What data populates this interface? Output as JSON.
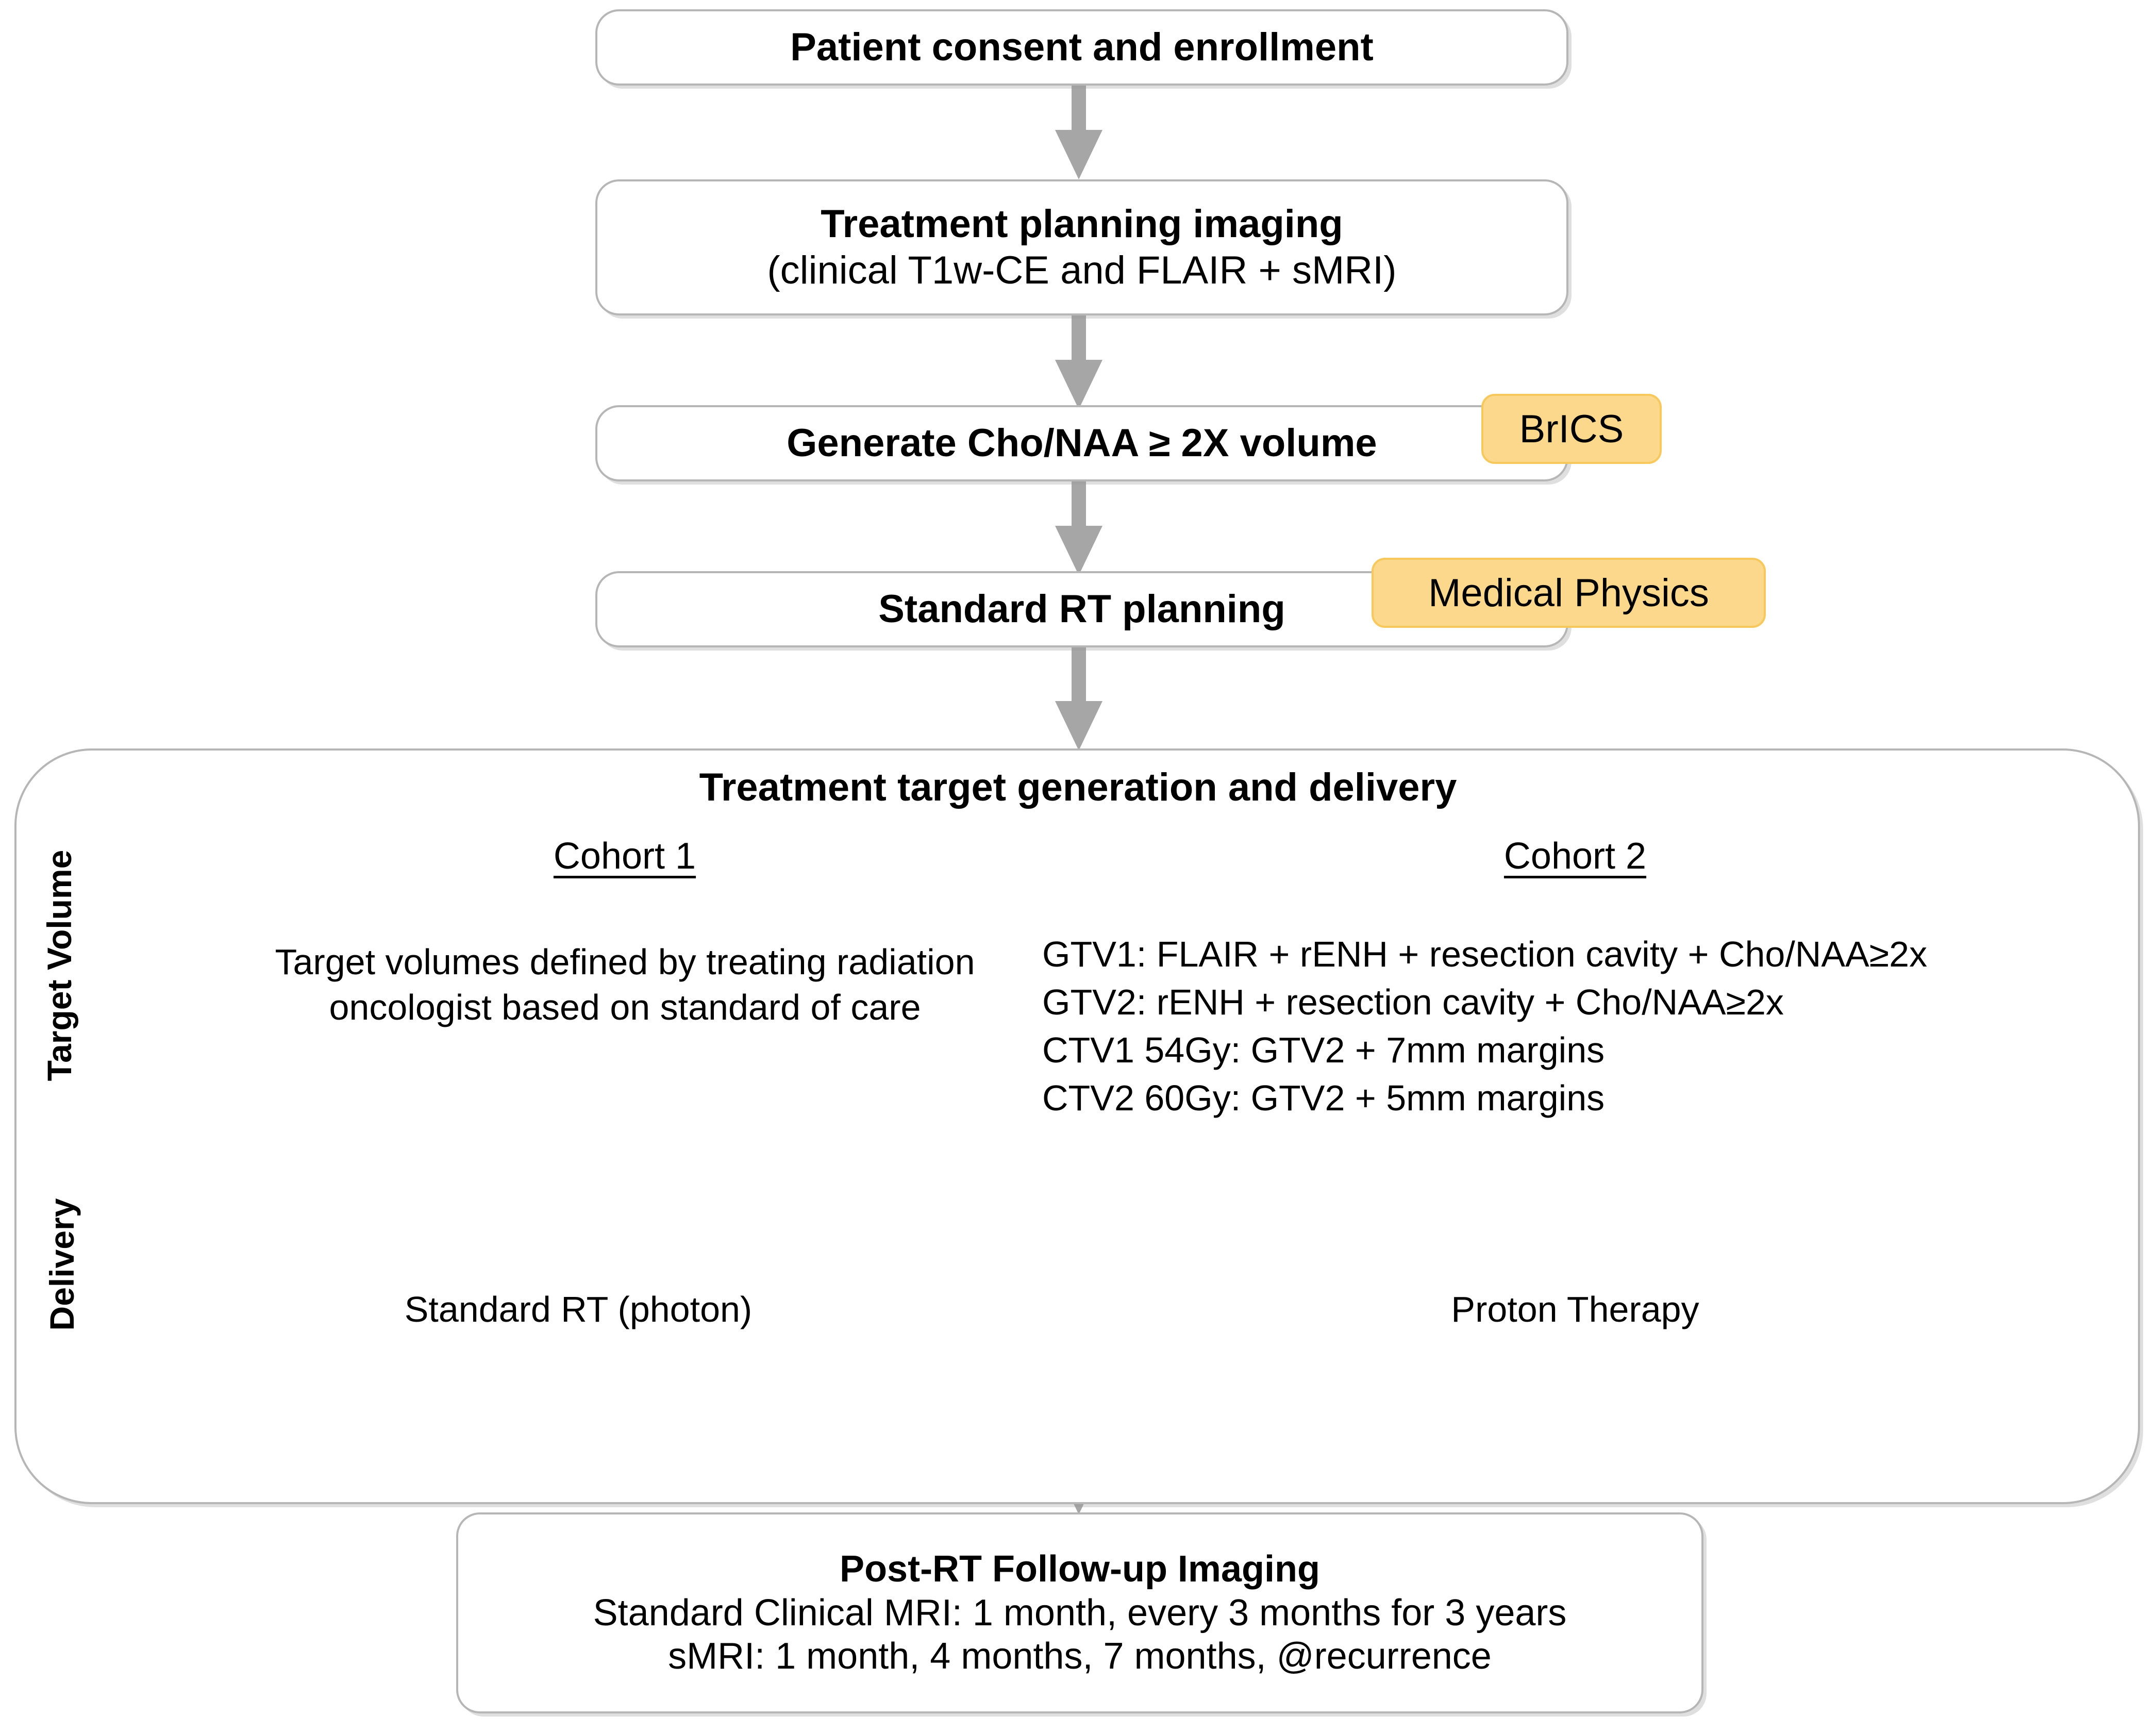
{
  "colors": {
    "box_border": "#b6b6b6",
    "arrow": "#a6a6a6",
    "badge_fill": "#fcd88c",
    "badge_border": "#f7c85c",
    "text": "#000000",
    "background": "#ffffff"
  },
  "flow": {
    "step1": {
      "title": "Patient consent and enrollment"
    },
    "step2": {
      "title": "Treatment planning imaging",
      "subtitle": "(clinical T1w-CE and FLAIR + sMRI)"
    },
    "step3": {
      "title": "Generate Cho/NAA ≥ 2X volume"
    },
    "step4": {
      "title": "Standard RT planning"
    },
    "final": {
      "title": "Post-RT Follow-up Imaging",
      "line1": "Standard Clinical MRI: 1 month, every 3 months for 3 years",
      "line2": "sMRI: 1 month, 4 months, 7 months, @recurrence"
    }
  },
  "badges": {
    "brics": "BrICS",
    "medical_physics": "Medical Physics"
  },
  "panel": {
    "title": "Treatment target generation and delivery",
    "row_labels": {
      "target_volume": "Target Volume",
      "delivery": "Delivery"
    },
    "cohort1": {
      "header": "Cohort 1",
      "target_volume_lines": [
        "Target volumes defined by treating radiation",
        "oncologist based on standard of care"
      ],
      "delivery": "Standard RT (photon)"
    },
    "cohort2": {
      "header": "Cohort 2",
      "target_volume_lines": [
        "GTV1: FLAIR + rENH + resection cavity +  Cho/NAA≥2x",
        "GTV2: rENH + resection cavity + Cho/NAA≥2x",
        "CTV1 54Gy: GTV2 + 7mm margins",
        "CTV2 60Gy: GTV2 + 5mm margins"
      ],
      "delivery": "Proton Therapy"
    }
  }
}
